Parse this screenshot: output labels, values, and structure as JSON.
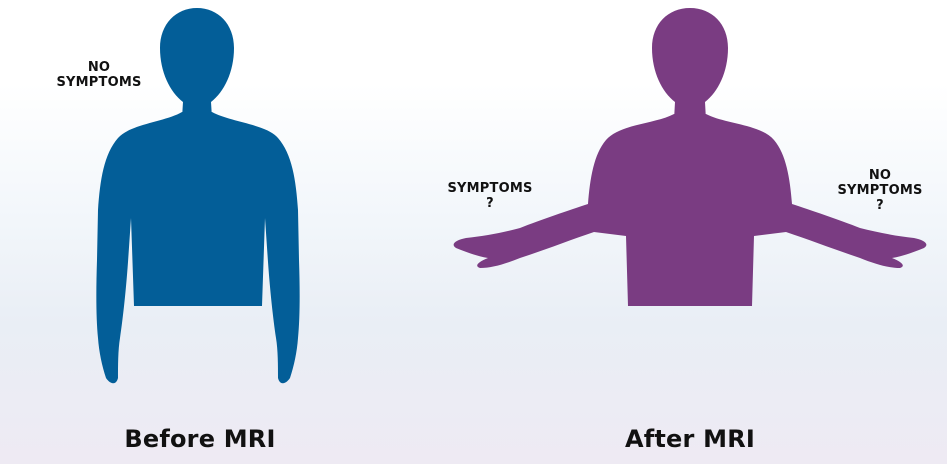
{
  "colors": {
    "before_figure": "#035E98",
    "after_figure": "#7A3C82",
    "text": "#111111"
  },
  "before": {
    "label_line1": "NO",
    "label_line2": "SYMPTOMS",
    "caption": "Before MRI"
  },
  "after": {
    "left_label_line1": "SYMPTOMS",
    "left_label_line2": "?",
    "right_label_line1": "NO",
    "right_label_line2": "SYMPTOMS",
    "right_label_line3": "?",
    "caption": "After MRI"
  }
}
